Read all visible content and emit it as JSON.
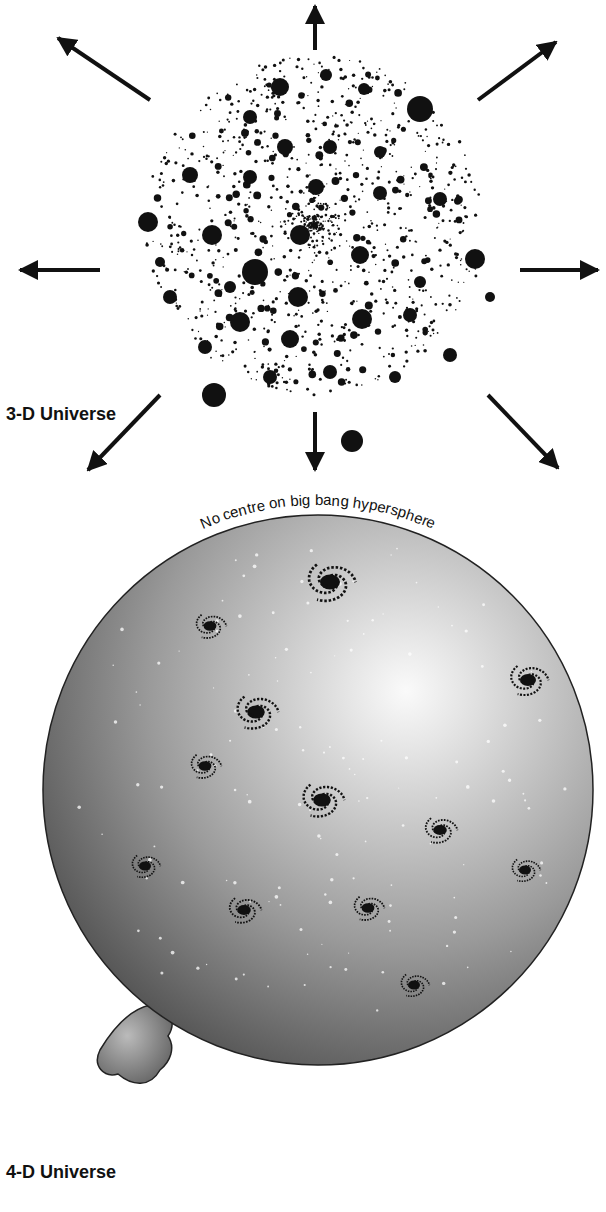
{
  "diagram": {
    "labels": [
      "3-D Universe",
      "No centre on big bang hypersphere",
      "4-D Universe"
    ]
  }
}
